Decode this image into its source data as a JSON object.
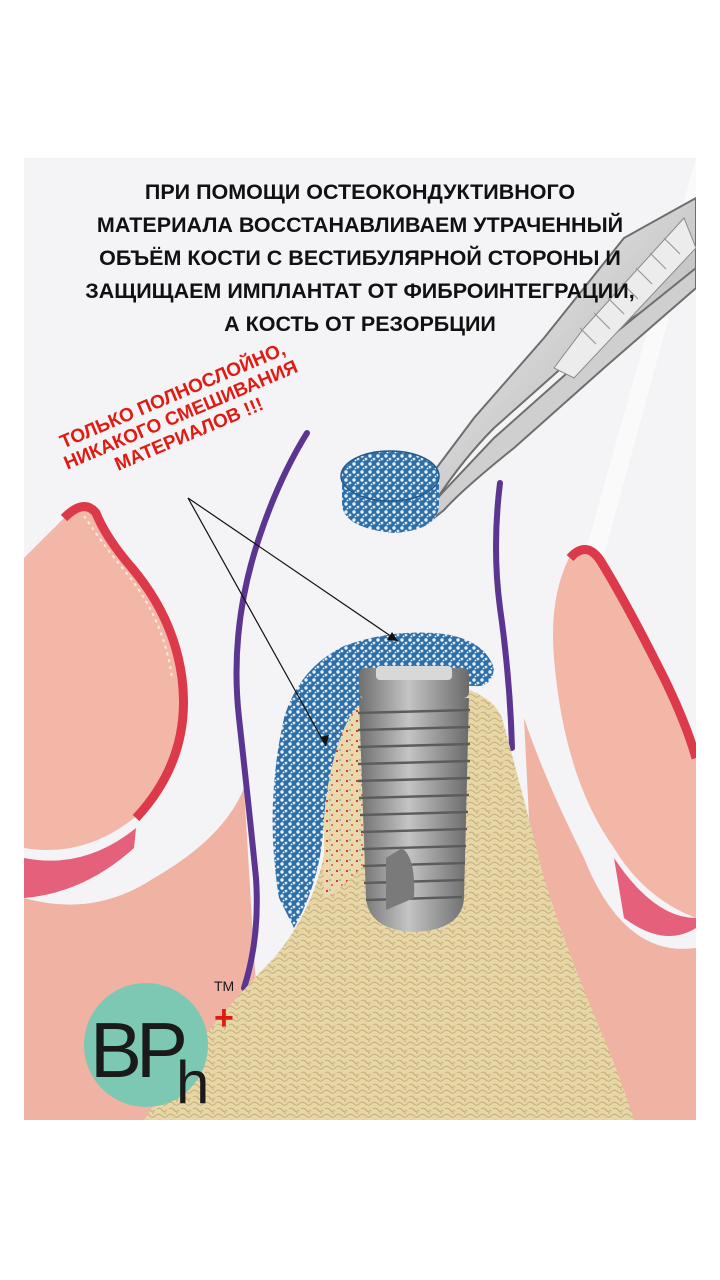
{
  "title": {
    "lines": [
      "ПРИ ПОМОЩИ ОСТЕОКОНДУКТИВНОГО",
      "МАТЕРИАЛА ВОССТАНАВЛИВАЕМ УТРАЧЕННЫЙ",
      "ОБЪЁМ КОСТИ С ВЕСТИБУЛЯРНОЙ СТОРОНЫ И",
      "ЗАЩИЩАЕМ ИМПЛАНТАТ ОТ ФИБРОИНТЕГРАЦИИ,",
      "А КОСТЬ ОТ РЕЗОРБЦИИ"
    ]
  },
  "warning": {
    "lines": [
      "ТОЛЬКО ПОЛНОСЛОЙНО,",
      "НИКАКОГО СМЕШИВАНИЯ",
      "МАТЕРИАЛОВ !!!"
    ]
  },
  "logo": {
    "letters": "BPh",
    "plus": "+",
    "trademark": "TM"
  },
  "colors": {
    "gum": "#f1b8a8",
    "gum_edge": "#dc3c4c",
    "bone": "#e2d2a2",
    "graft": "#3a7ab4",
    "membrane": "#5b3590",
    "implant": "#8e8e8e",
    "warning": "#e11a12",
    "logo_circle": "#7cc8b2"
  },
  "icons": [
    "tweezers-icon",
    "graft-pellet-icon",
    "dental-implant-icon",
    "bpr-logo-icon"
  ]
}
